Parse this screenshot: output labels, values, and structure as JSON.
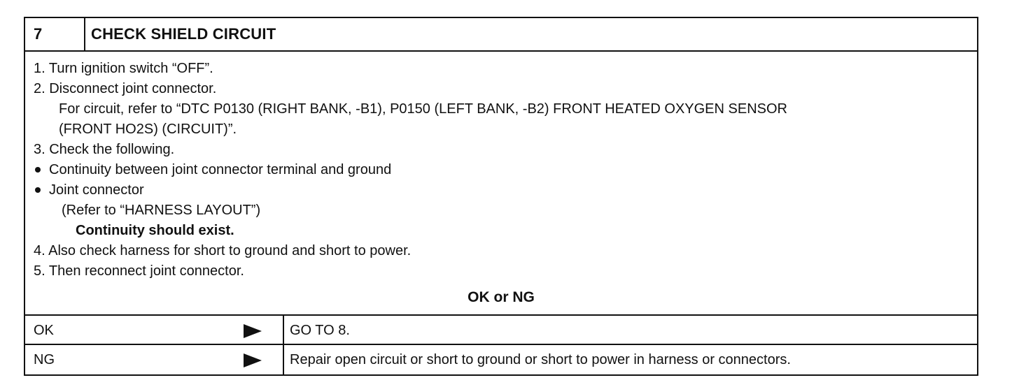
{
  "header": {
    "step": "7",
    "title": "CHECK SHIELD CIRCUIT"
  },
  "procedure": {
    "l1": "1.  Turn ignition switch “OFF”.",
    "l2": "2.  Disconnect joint connector.",
    "l3": "For circuit, refer to “DTC P0130 (RIGHT BANK, -B1), P0150 (LEFT BANK, -B2) FRONT HEATED OXYGEN SENSOR",
    "l4": "(FRONT HO2S) (CIRCUIT)”.",
    "l5": "3.  Check the following.",
    "b1": "Continuity between joint connector terminal and ground",
    "b2": "Joint connector",
    "l6": "(Refer to “HARNESS LAYOUT”)",
    "l7": "Continuity should exist.",
    "l8": "4.  Also check harness for short to ground and short to power.",
    "l9": "5.  Then reconnect joint connector."
  },
  "result_heading": "OK or NG",
  "results": [
    {
      "label": "OK",
      "action": "GO TO 8."
    },
    {
      "label": "NG",
      "action": "Repair open circuit or short to ground or short to power in harness or connectors."
    }
  ]
}
